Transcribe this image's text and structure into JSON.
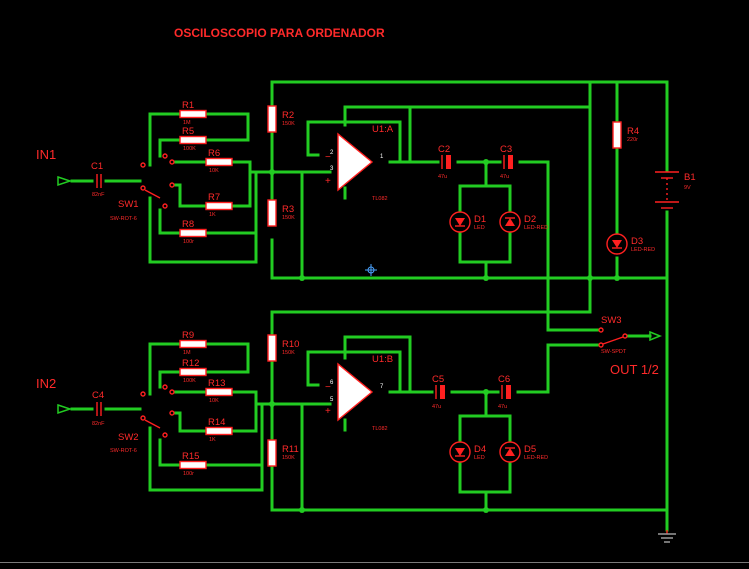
{
  "title": "OSCILOSCOPIO PARA ORDENADOR",
  "inputs": {
    "in1": "IN1",
    "in2": "IN2"
  },
  "output": "OUT 1/2",
  "components": {
    "C1": {
      "ref": "C1",
      "val": "82nF"
    },
    "C4": {
      "ref": "C4",
      "val": "82nF"
    },
    "SW1": {
      "ref": "SW1",
      "val": "SW-ROT-6"
    },
    "SW2": {
      "ref": "SW2",
      "val": "SW-ROT-6"
    },
    "SW3": {
      "ref": "SW3",
      "val": "SW-SPDT"
    },
    "R1": {
      "ref": "R1",
      "val": "1M"
    },
    "R5": {
      "ref": "R5",
      "val": "100K"
    },
    "R6": {
      "ref": "R6",
      "val": "10K"
    },
    "R7": {
      "ref": "R7",
      "val": "1K"
    },
    "R8": {
      "ref": "R8",
      "val": "100r"
    },
    "R9": {
      "ref": "R9",
      "val": "1M"
    },
    "R12": {
      "ref": "R12",
      "val": "100K"
    },
    "R13": {
      "ref": "R13",
      "val": "10K"
    },
    "R14": {
      "ref": "R14",
      "val": "1K"
    },
    "R15": {
      "ref": "R15",
      "val": "100r"
    },
    "R2": {
      "ref": "R2",
      "val": "150K"
    },
    "R3": {
      "ref": "R3",
      "val": "150K"
    },
    "R10": {
      "ref": "R10",
      "val": "150K"
    },
    "R11": {
      "ref": "R11",
      "val": "150K"
    },
    "R4": {
      "ref": "R4",
      "val": "220r"
    },
    "U1A": {
      "ref": "U1:A",
      "val": "TL082"
    },
    "U1B": {
      "ref": "U1:B",
      "val": "TL082"
    },
    "C2": {
      "ref": "C2",
      "val": "47u"
    },
    "C3": {
      "ref": "C3",
      "val": "47u"
    },
    "C5": {
      "ref": "C5",
      "val": "47u"
    },
    "C6": {
      "ref": "C6",
      "val": "47u"
    },
    "D1": {
      "ref": "D1",
      "val": "LED"
    },
    "D2": {
      "ref": "D2",
      "val": "LED-RED"
    },
    "D3": {
      "ref": "D3",
      "val": "LED-RED"
    },
    "D4": {
      "ref": "D4",
      "val": "LED"
    },
    "D5": {
      "ref": "D5",
      "val": "LED-RED"
    },
    "B1": {
      "ref": "B1",
      "val": "9V"
    }
  },
  "pins": {
    "u1a_in_minus": "2",
    "u1a_in_plus": "3",
    "u1a_out": "1",
    "u1b_in_minus": "6",
    "u1b_in_plus": "5",
    "u1b_out": "7"
  },
  "colors": {
    "wire": "#22cc22",
    "component": "#ff2020",
    "background": "#000000"
  }
}
